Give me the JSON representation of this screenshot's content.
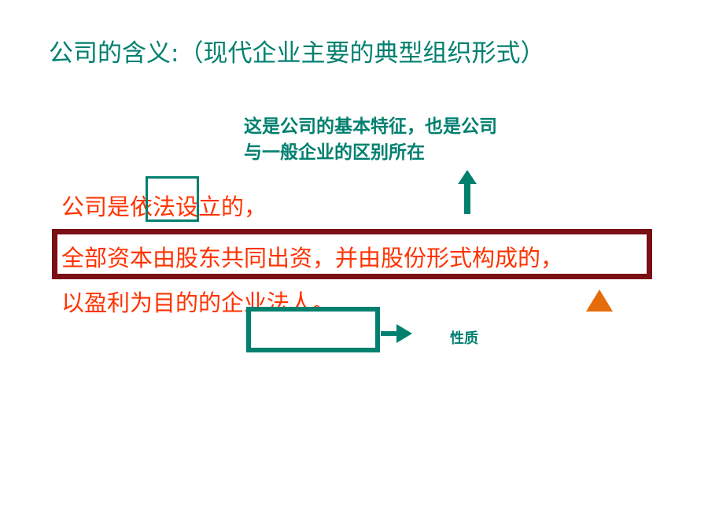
{
  "title": "公司的含义:（现代企业主要的典型组织形式）",
  "note": {
    "line1": "这是公司的基本特征，也是公司",
    "line2": "与一般企业的区别所在"
  },
  "definition": {
    "line1": "公司是依法设立的，",
    "line2": "全部资本由股东共同出资，并由股份形式构成的，",
    "line3": "以盈利为目的的企业法人。"
  },
  "nature_label": "性质",
  "colors": {
    "teal": "#00806f",
    "red_text": "#ff3300",
    "frame": "#7a0f16",
    "triangle": "#e46c0a"
  },
  "icons": {
    "up": "up-arrow-icon",
    "right": "right-arrow-icon",
    "marker": "triangle-marker-icon"
  }
}
